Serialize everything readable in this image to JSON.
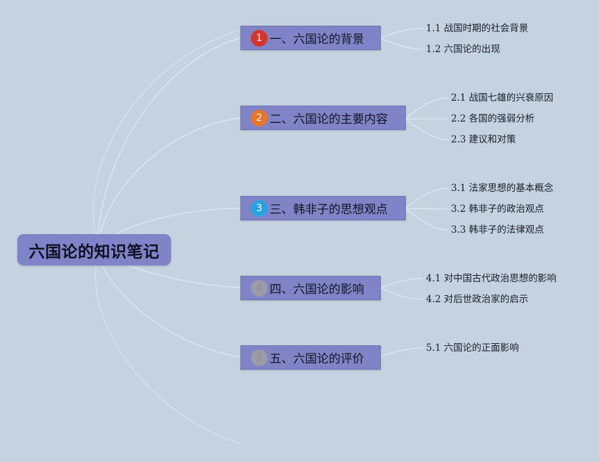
{
  "root": {
    "title": "六国论的知识笔记"
  },
  "branches": [
    {
      "badge": "1",
      "badge_color": "#d9332b",
      "label": "一、六国论的背景",
      "children": [
        "1.1 战国时期的社会背景",
        "1.2 六国论的出现"
      ]
    },
    {
      "badge": "2",
      "badge_color": "#ea7428",
      "label": "二、六国论的主要内容",
      "children": [
        "2.1 战国七雄的兴衰原因",
        "2.2 各国的强弱分析",
        "2.3 建议和对策"
      ]
    },
    {
      "badge": "3",
      "badge_color": "#27a3e2",
      "label": "三、韩非子的思想观点",
      "children": [
        "3.1 法家思想的基本概念",
        "3.2 韩非子的政治观点",
        "3.3 韩非子的法律观点"
      ]
    },
    {
      "badge": "4",
      "badge_color": "#9a9ca8",
      "label": "四、六国论的影响",
      "children": [
        "4.1 对中国古代政治思想的影响",
        "4.2 对后世政治家的启示"
      ]
    },
    {
      "badge": "5",
      "badge_color": "#9a9ca8",
      "label": "五、六国论的评价",
      "children": [
        "5.1 六国论的正面影响"
      ]
    }
  ],
  "colors": {
    "background": "#c5d3e0",
    "node_fill": "#8084c6",
    "connector": "#e2e9f1"
  }
}
